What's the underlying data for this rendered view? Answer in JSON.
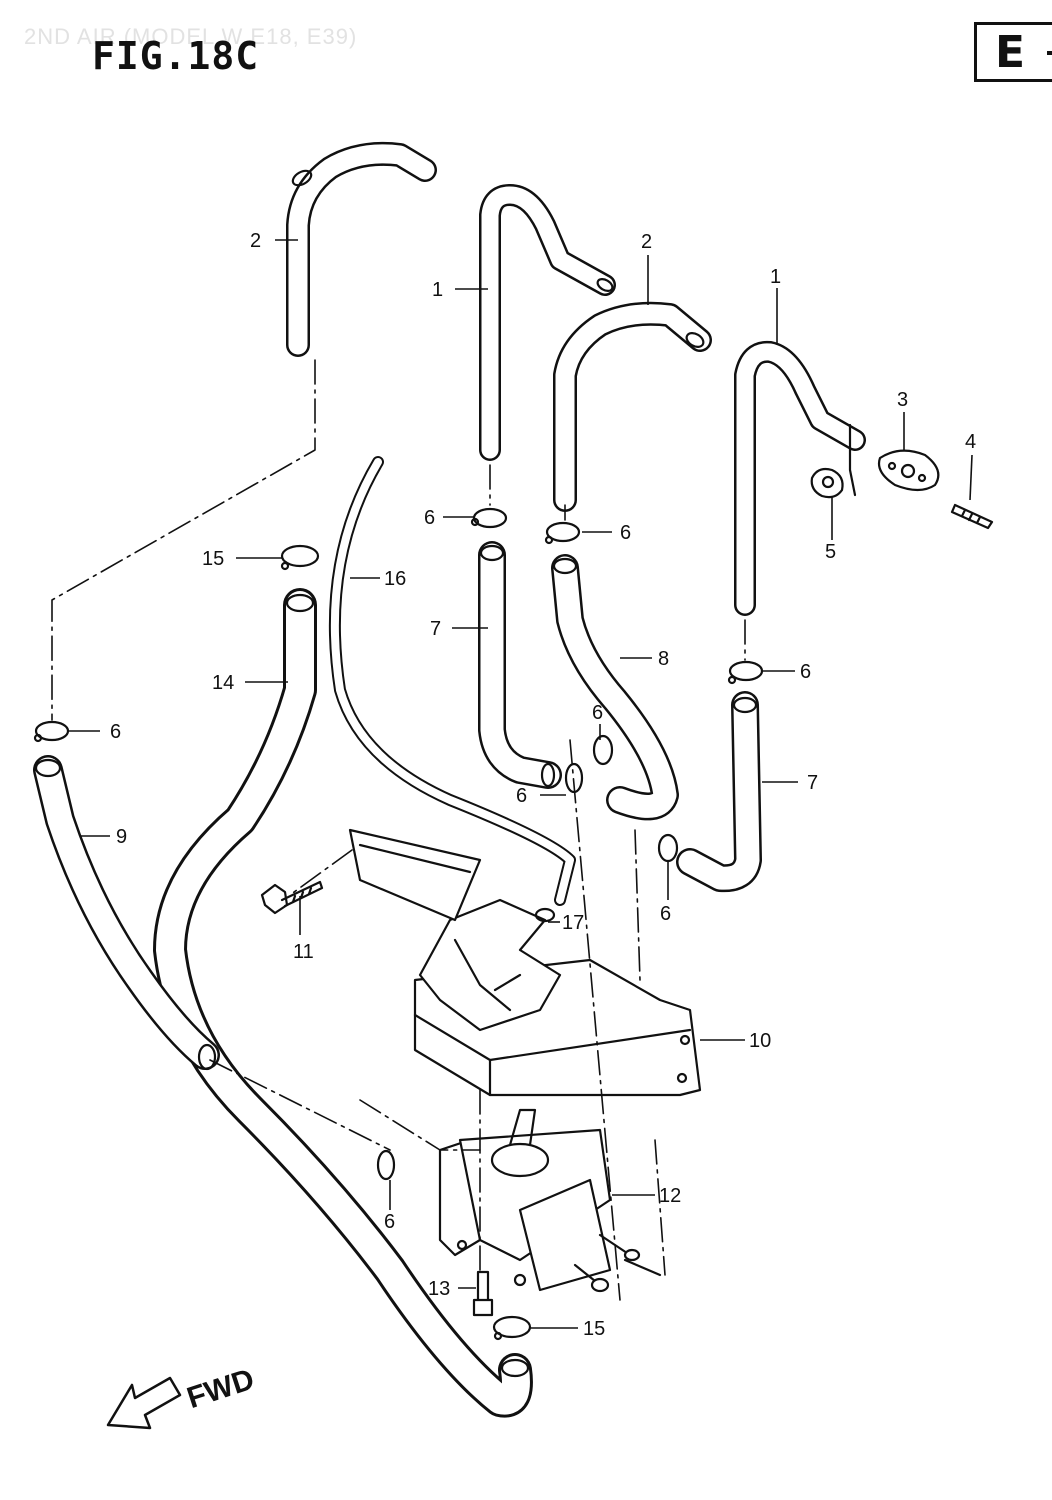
{
  "header": {
    "figure_title": "FIG.18C",
    "faded_subtitle": "2ND AIR (MODEL W E18, E39)",
    "section_badge": "E"
  },
  "fwd_label": "FWD",
  "parts": [
    {
      "no": "1",
      "name": "hose-1"
    },
    {
      "no": "2",
      "name": "hose-2"
    },
    {
      "no": "3",
      "name": "gasket"
    },
    {
      "no": "4",
      "name": "stud"
    },
    {
      "no": "5",
      "name": "nut"
    },
    {
      "no": "6",
      "name": "clip"
    },
    {
      "no": "7",
      "name": "hose-7"
    },
    {
      "no": "8",
      "name": "hose-8"
    },
    {
      "no": "9",
      "name": "hose-9"
    },
    {
      "no": "10",
      "name": "bracket"
    },
    {
      "no": "11",
      "name": "bolt"
    },
    {
      "no": "12",
      "name": "valve"
    },
    {
      "no": "13",
      "name": "bolt"
    },
    {
      "no": "14",
      "name": "hose-14"
    },
    {
      "no": "15",
      "name": "clip"
    },
    {
      "no": "16",
      "name": "hose-16"
    },
    {
      "no": "17",
      "name": "clip"
    }
  ],
  "callouts": {
    "c2a": "2",
    "c1a": "1",
    "c2b": "2",
    "c1b": "1",
    "c3": "3",
    "c4": "4",
    "c5": "5",
    "c6a": "6",
    "c6b": "6",
    "c6c": "6",
    "c6d": "6",
    "c6e": "6",
    "c6f": "6",
    "c6g": "6",
    "c6h": "6",
    "c15a": "15",
    "c15b": "15",
    "c16": "16",
    "c7a": "7",
    "c7b": "7",
    "c8": "8",
    "c14": "14",
    "c9": "9",
    "c11": "11",
    "c17": "17",
    "c10": "10",
    "c12": "12",
    "c13": "13"
  }
}
